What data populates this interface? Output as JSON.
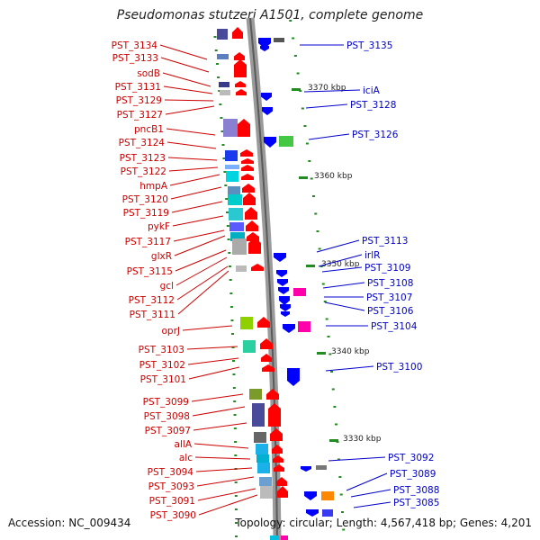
{
  "title": "Pseudomonas stutzeri A1501, complete genome",
  "footer": {
    "accession": "Accession: NC_009434",
    "summary": "Topology: circular; Length: 4,567,418 bp; Genes: 4,201"
  },
  "left_labels": [
    "PST_3134",
    "PST_3133",
    "sodB",
    "PST_3131",
    "PST_3129",
    "PST_3127",
    "pncB1",
    "PST_3124",
    "PST_3123",
    "PST_3122",
    "hmpA",
    "PST_3120",
    "PST_3119",
    "pykF",
    "PST_3117",
    "glxR",
    "PST_3115",
    "gcl",
    "PST_3112",
    "PST_3111",
    "oprJ",
    "PST_3103",
    "PST_3102",
    "PST_3101",
    "PST_3099",
    "PST_3098",
    "PST_3097",
    "allA",
    "alc",
    "PST_3094",
    "PST_3093",
    "PST_3091",
    "PST_3090"
  ],
  "right_labels": [
    "PST_3135",
    "iciA",
    "PST_3128",
    "PST_3126",
    "PST_3113",
    "irlR",
    "PST_3109",
    "PST_3108",
    "PST_3107",
    "PST_3106",
    "PST_3104",
    "PST_3100",
    "PST_3092",
    "PST_3089",
    "PST_3088",
    "PST_3085"
  ],
  "scale_labels": [
    "3370 kbp",
    "3360 kbp",
    "3350 kbp",
    "3340 kbp",
    "3330 kbp"
  ],
  "colors": {
    "left_label": "#cc0000",
    "right_label": "#0000cc",
    "forward_gene": "#ff0000",
    "reverse_gene": "#0000ff",
    "backbone": "#999999",
    "tick": "#228b22"
  }
}
